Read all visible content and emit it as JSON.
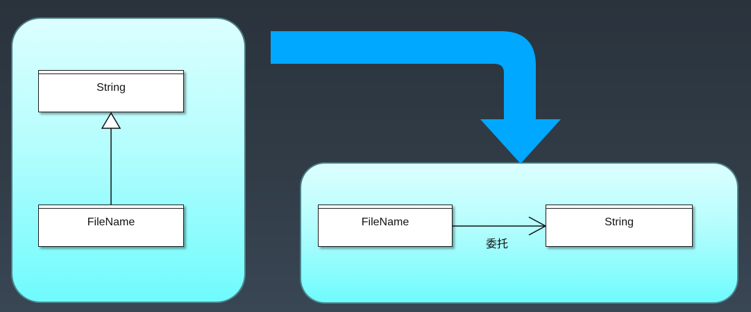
{
  "left_diagram": {
    "superclass": "String",
    "subclass": "FileName",
    "relation": "inheritance"
  },
  "right_diagram": {
    "source_class": "FileName",
    "target_class": "String",
    "relation_label": "委托"
  },
  "transition_arrow": {
    "color": "#00a8ff",
    "icon": "transform-arrow-icon"
  },
  "colors": {
    "background": "#2f3a45",
    "panel_top": "#dcffff",
    "panel_bottom": "#6ffbfd",
    "arrow": "#00a8ff"
  }
}
